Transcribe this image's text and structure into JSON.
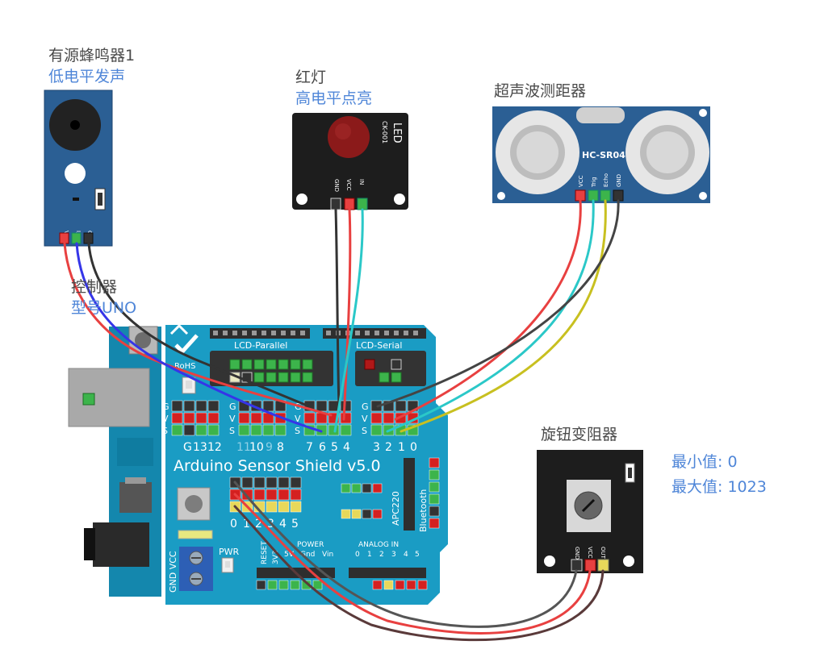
{
  "buzzer": {
    "title": "有源蜂鸣器1",
    "subtitle": "低电平发声",
    "pins": [
      "VCC",
      "I/O",
      "GND"
    ]
  },
  "led": {
    "title": "红灯",
    "subtitle": "高电平点亮",
    "board_text": "LED",
    "model": "CK-001",
    "pins": [
      "GND",
      "VCC",
      "IN"
    ]
  },
  "ultrasonic": {
    "title": "超声波测距器",
    "model": "HC-SR04",
    "pins": [
      "VCC",
      "Trig",
      "Echo",
      "GND"
    ]
  },
  "controller": {
    "title": "控制器",
    "subtitle": "型号UNO"
  },
  "pot": {
    "title": "旋钮变阻器",
    "min_label": "最小值: 0",
    "max_label": "最大值: 1023",
    "pins": [
      "GND",
      "VCC",
      "OUT"
    ]
  },
  "shield": {
    "name": "Arduino Sensor Shield v5.0",
    "lcd_parallel": "LCD-Parallel",
    "lcd_serial": "LCD-Serial",
    "rohs": "RoHS",
    "gvs": [
      "G",
      "V",
      "S"
    ],
    "digital_left": [
      "G",
      "13",
      "12"
    ],
    "digital_mid": [
      "11",
      "10",
      "9",
      "8"
    ],
    "digital_right1": [
      "7",
      "6",
      "5",
      "4"
    ],
    "digital_right2": [
      "3",
      "2",
      "1",
      "0"
    ],
    "analog_nums": [
      "0",
      "1",
      "2",
      "3",
      "4",
      "5"
    ],
    "apc": "APC220",
    "bluetooth": "Bluetooth",
    "power_side": "GND VCC",
    "pwr": "PWR",
    "reset": "RESET",
    "v33": "3V3",
    "v5": "5V",
    "gnd": "Gnd",
    "vin": "Vin",
    "power_hdr": "POWER",
    "analog_in": "ANALOG IN",
    "analog_hdr": [
      "0",
      "1",
      "2",
      "3",
      "4",
      "5"
    ]
  },
  "colors": {
    "board": "#1a9cc4",
    "module": "#2b5f94",
    "wire_red": "#e84040",
    "wire_blue": "#2c2ce0",
    "wire_black": "#333333",
    "wire_cyan": "#2bc8c8",
    "wire_yellow": "#c8c020",
    "label_blue": "#4f86d8"
  }
}
